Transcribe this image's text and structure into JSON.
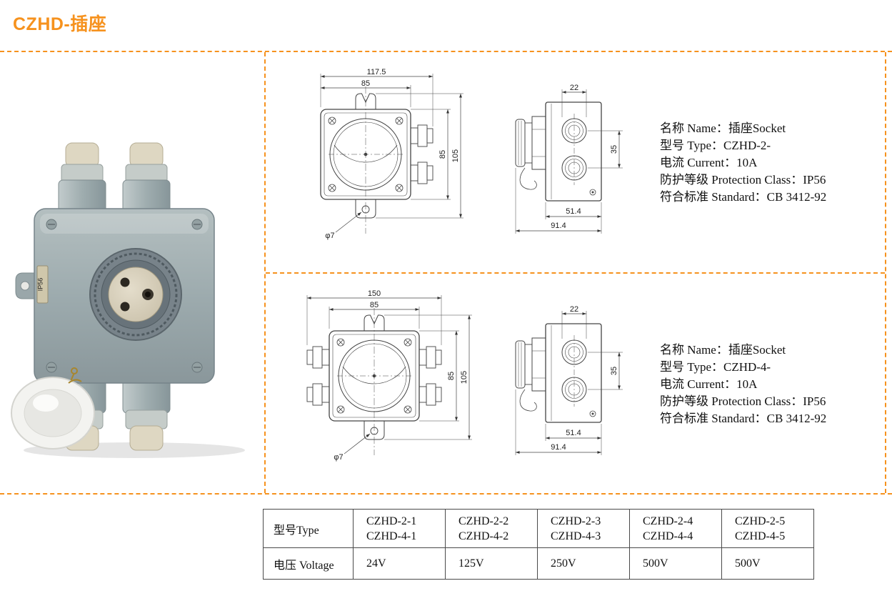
{
  "page": {
    "title": "CZHD-插座",
    "accent_color": "#F6921E"
  },
  "photo": {
    "plate_label": "IP56"
  },
  "sections": [
    {
      "id": "CZHD-2",
      "front": {
        "dim_outer_width": "117.5",
        "dim_body_width": "85",
        "dim_body_height": "85",
        "dim_total_height": "105",
        "dim_hole": "φ7"
      },
      "side": {
        "dim_port_width": "22",
        "dim_port_pitch": "35",
        "dim_body_depth": "51.4",
        "dim_total_depth": "91.4"
      },
      "specs": {
        "name": "名称 Name：插座Socket",
        "type": "型号 Type：CZHD-2-",
        "current": "电流 Current：10A",
        "protection": "防护等级 Protection Class：IP56",
        "standard": "符合标准 Standard：CB 3412-92"
      }
    },
    {
      "id": "CZHD-4",
      "front": {
        "dim_outer_width": "150",
        "dim_body_width": "85",
        "dim_body_height": "85",
        "dim_total_height": "105",
        "dim_hole": "φ7"
      },
      "side": {
        "dim_port_width": "22",
        "dim_port_pitch": "35",
        "dim_body_depth": "51.4",
        "dim_total_depth": "91.4"
      },
      "specs": {
        "name": "名称 Name：插座Socket",
        "type": "型号 Type：CZHD-4-",
        "current": "电流 Current：10A",
        "protection": "防护等级 Protection Class：IP56",
        "standard": "符合标准 Standard：CB 3412-92"
      }
    }
  ],
  "table": {
    "type_header": "型号Type",
    "voltage_header": "电压 Voltage",
    "columns": [
      {
        "type_a": "CZHD-2-1",
        "type_b": "CZHD-4-1",
        "voltage": "24V"
      },
      {
        "type_a": "CZHD-2-2",
        "type_b": "CZHD-4-2",
        "voltage": "125V"
      },
      {
        "type_a": "CZHD-2-3",
        "type_b": "CZHD-4-3",
        "voltage": "250V"
      },
      {
        "type_a": "CZHD-2-4",
        "type_b": "CZHD-4-4",
        "voltage": "500V"
      },
      {
        "type_a": "CZHD-2-5",
        "type_b": "CZHD-4-5",
        "voltage": "500V"
      }
    ]
  }
}
